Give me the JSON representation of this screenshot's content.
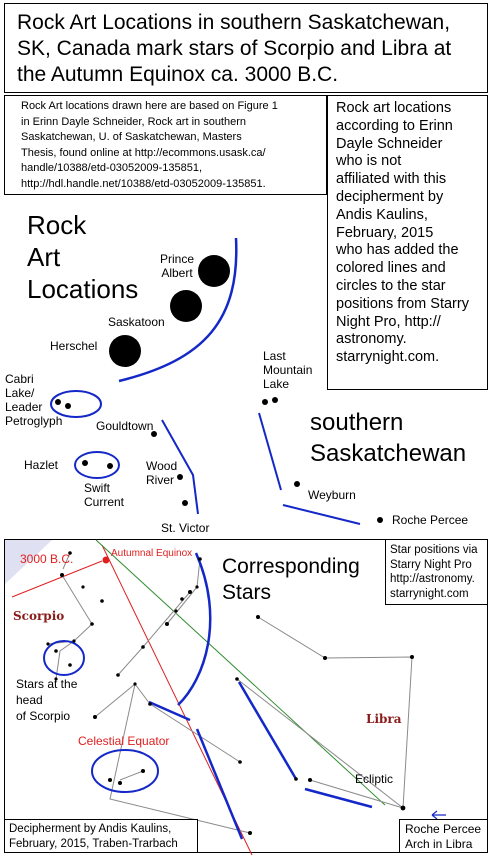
{
  "title_lines": [
    "Rock Art Locations in southern Saskatchewan,",
    "SK, Canada mark stars of Scorpio and Libra at",
    "the Autumn Equinox ca. 3000 B.C."
  ],
  "source_note": {
    "lines": [
      "Rock Art locations drawn here are based on Figure 1",
      "in Erinn Dayle Schneider, Rock art in southern",
      "Saskatchewan, U. of Saskatchewan, Masters",
      "Thesis,  found online at http://ecommons.usask.ca/",
      "handle/10388/etd-03052009-135851,",
      "http://hdl.handle.net/10388/etd-03052009-135851."
    ]
  },
  "side_note": {
    "lines": [
      "Rock art locations",
      "according to Erinn",
      "Dayle Schneider",
      "who is not",
      "affiliated with this",
      "decipherment by",
      "Andis Kaulins,",
      "February, 2015",
      "who has added the",
      "colored lines and",
      "circles to the star",
      "positions from Starry",
      "Night Pro, http://",
      "astronomy.",
      "starrynight.com."
    ]
  },
  "map": {
    "heading_lines": [
      "Rock",
      "Art",
      "Locations"
    ],
    "region_lines": [
      "southern",
      "Saskatchewan"
    ],
    "places": {
      "prince_albert": [
        "Prince",
        "Albert"
      ],
      "saskatoon": "Saskatoon",
      "herschel": "Herschel",
      "last_mountain_lake": [
        "Last",
        "Mountain",
        "Lake"
      ],
      "cabri_lake": [
        "Cabri",
        "Lake/",
        "Leader",
        "Petroglyph"
      ],
      "gouldtown": "Gouldtown",
      "hazlet": "Hazlet",
      "swift_current": [
        "Swift",
        "Current"
      ],
      "wood_river": [
        "Wood",
        "River"
      ],
      "st_victor": "St. Victor",
      "weyburn": "Weyburn",
      "roche_percee": "Roche Percee"
    }
  },
  "sky": {
    "era": "3000 B.C.",
    "autumnal_equinox": "Autumnal Equinox",
    "heading_lines": [
      "Corresponding",
      "Stars"
    ],
    "credit_lines": [
      "Star positions via",
      "Starry Night Pro",
      "http://astronomy.",
      "starrynight.com"
    ],
    "scorpio": "Scorpio",
    "head_note": [
      "Stars at the",
      "head",
      "of Scorpio"
    ],
    "celestial_equator": "Celestial Equator",
    "libra": "Libra",
    "ecliptic": "Ecliptic",
    "decipherment": [
      "Decipherment by Andis Kaulins,",
      "February, 2015, Traben-Trarbach"
    ],
    "arch_note": [
      "Roche Percee",
      "Arch in Libra"
    ],
    "colors": {
      "equator": "#e02020",
      "ecliptic": "#2e8b2e",
      "constellation_lines": "#8a8a8a",
      "scorpio_label": "#8b1a1a",
      "marker_blue": "#1428c8",
      "corner_wedge": "#dfe0f2"
    }
  }
}
